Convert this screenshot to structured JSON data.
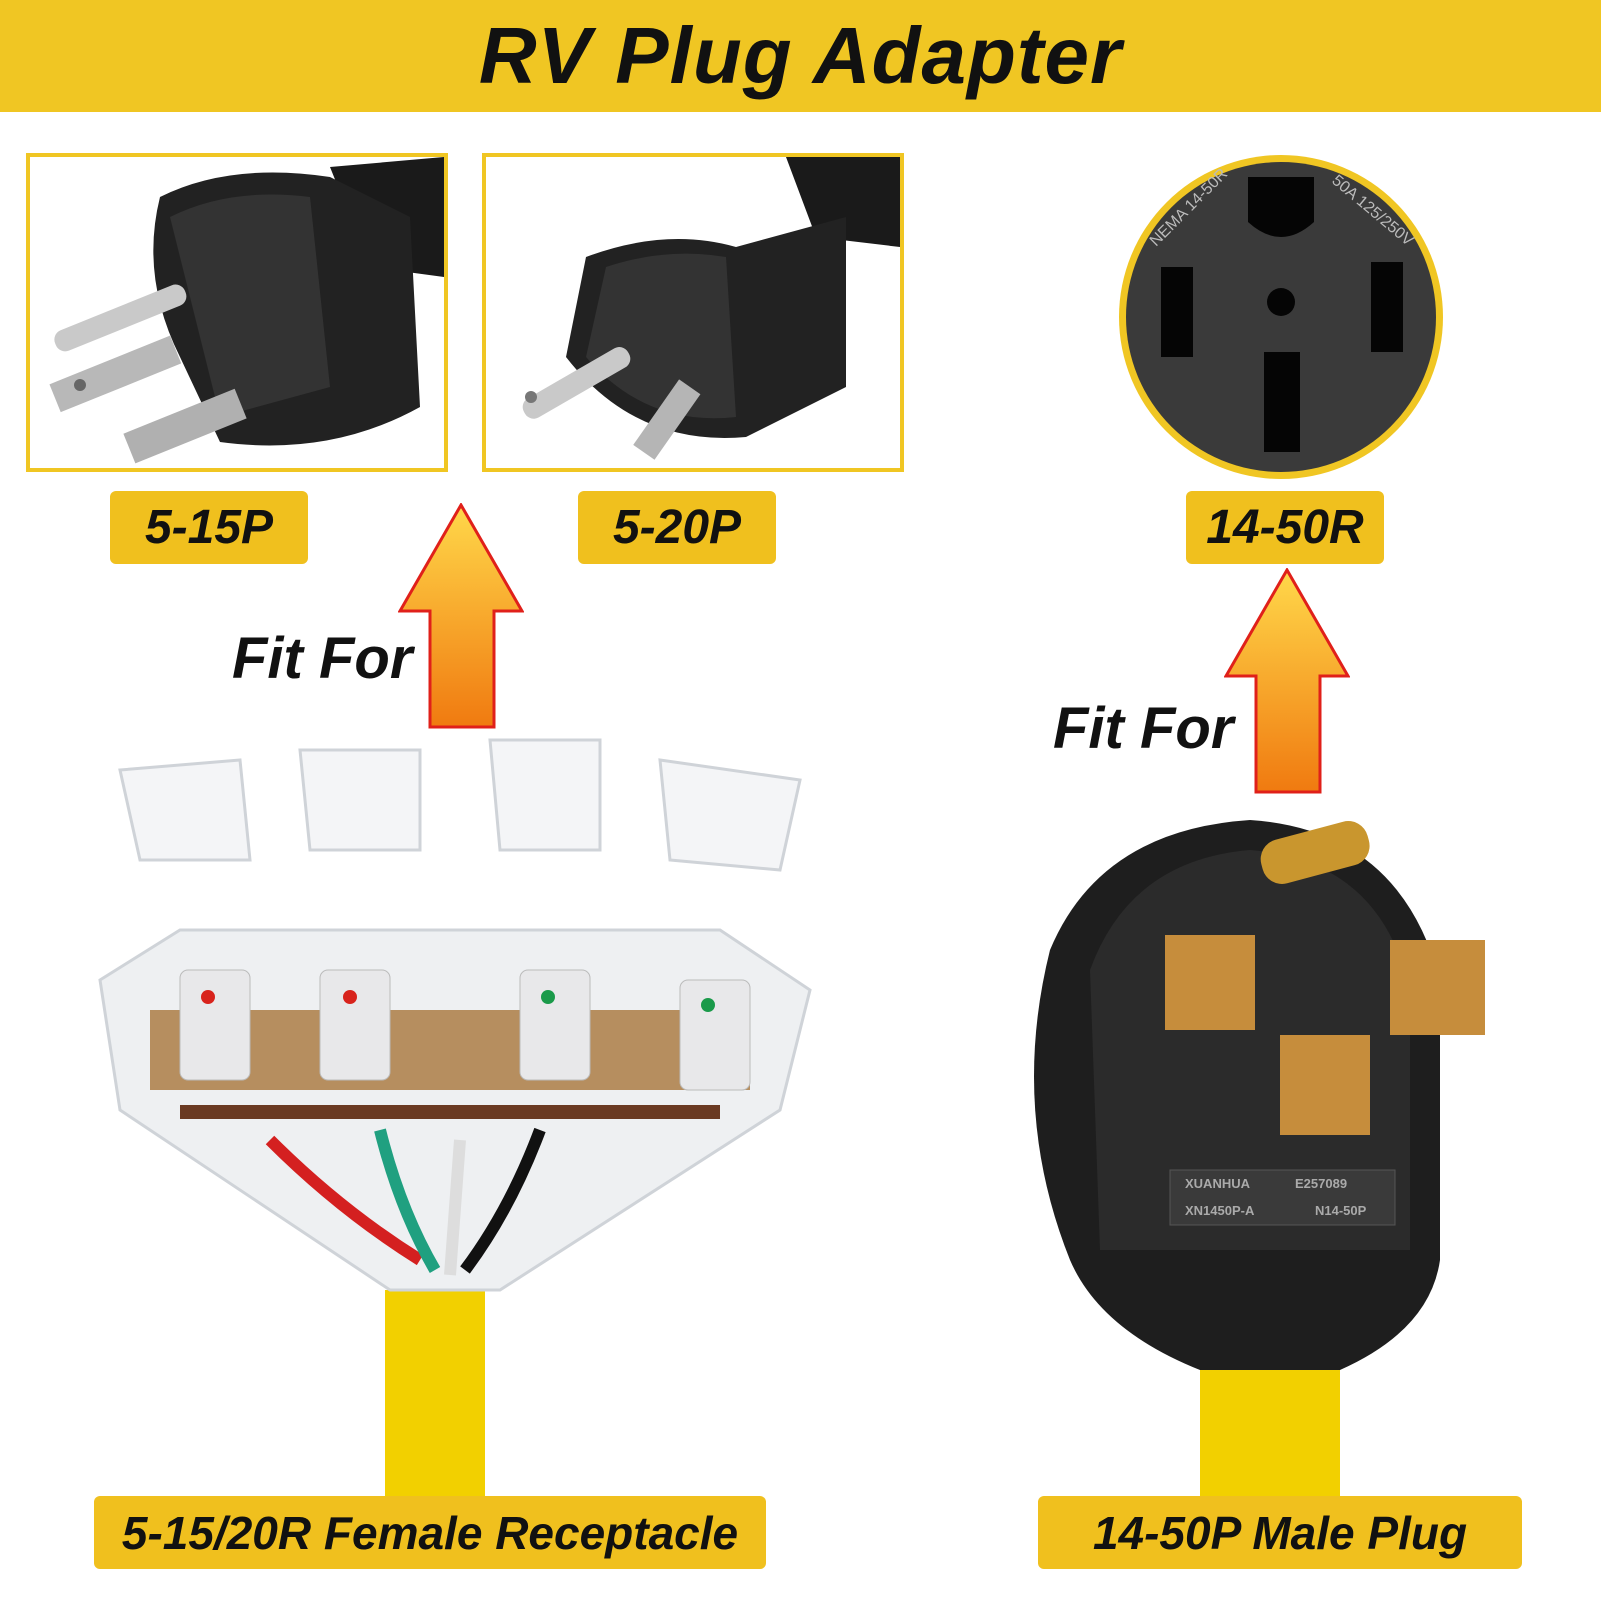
{
  "header": {
    "title": "RV Plug Adapter"
  },
  "plugs": [
    {
      "label": "5-15P"
    },
    {
      "label": "5-20P"
    },
    {
      "label": "14-50R"
    }
  ],
  "fit_for": [
    "Fit For",
    "Fit For"
  ],
  "bottom": {
    "left_label": "5-15/20R Female Receptacle",
    "right_label": "14-50P Male Plug"
  },
  "receptacle_marking": {
    "left": "NEMA 14-50R",
    "right": "50A 125/250V"
  },
  "plug_marking": [
    "XUANHUA",
    "E257089",
    "XN1450P-A",
    "N14-50P"
  ],
  "colors": {
    "accent_yellow": "#f0c623",
    "arrow_orange": "#f39a1c",
    "arrow_red": "#e0201a"
  }
}
